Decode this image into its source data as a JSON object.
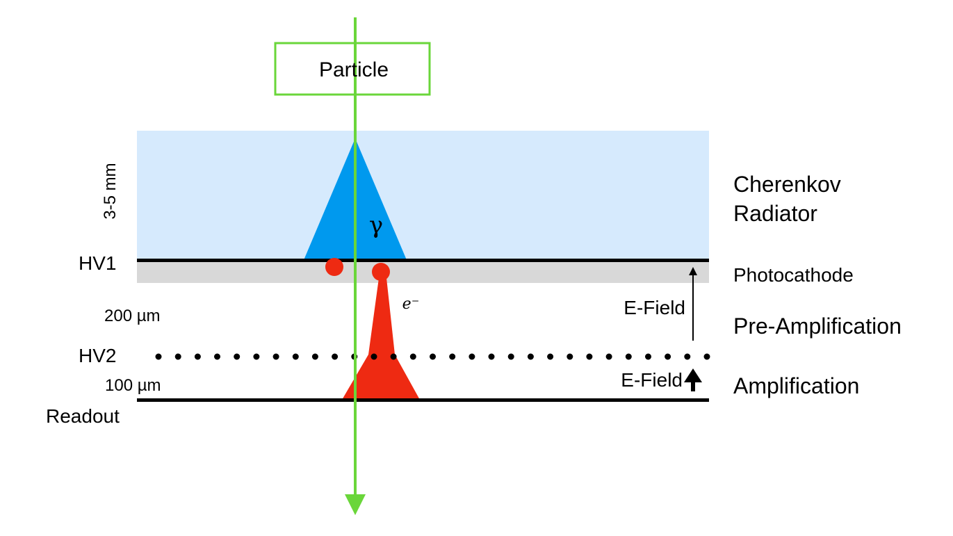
{
  "particle_box": {
    "label": "Particle"
  },
  "photon_symbol": "γ",
  "electron_symbol": "e⁻",
  "left_labels": {
    "radiator_thickness": "3-5 mm",
    "hv1": "HV1",
    "pre_gap": "200 µm",
    "hv2": "HV2",
    "amp_gap": "100 µm",
    "readout": "Readout"
  },
  "right_labels": {
    "radiator_line1": "Cherenkov",
    "radiator_line2": "Radiator",
    "photocathode": "Photocathode",
    "e_field_upper": "E-Field",
    "pre_amplification": "Pre-Amplification",
    "e_field_lower": "E-Field",
    "amplification": "Amplification"
  },
  "colors": {
    "particle_track": "#6ad63a",
    "radiator": "#d6eafd",
    "cherenkov_cone": "#0099ee",
    "photocathode": "#d8d8d8",
    "electron": "#ee2a12"
  },
  "mesh_dot_count": 29
}
